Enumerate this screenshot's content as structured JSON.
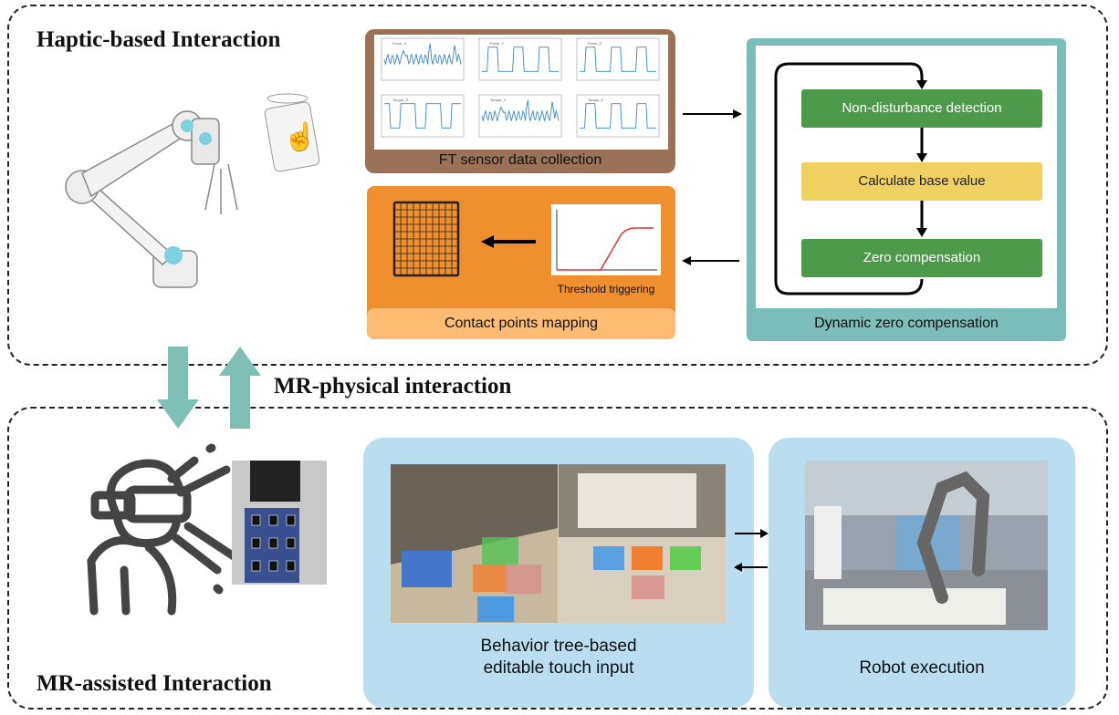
{
  "sections": {
    "haptic": "Haptic-based Interaction",
    "physical": "MR-physical interaction",
    "assisted": "MR-assisted Interaction"
  },
  "ft": {
    "label": "FT sensor data collection",
    "plots": [
      "Force_X",
      "Force_Y",
      "Force_Z",
      "Torque_X",
      "Torque_Y",
      "Torque_Z"
    ]
  },
  "dzc": {
    "label": "Dynamic zero compensation",
    "steps": [
      "Non-disturbance detection",
      "Calculate base value",
      "Zero compensation"
    ]
  },
  "contact": {
    "label": "Contact points mapping",
    "threshold": "Threshold triggering"
  },
  "touch": {
    "label_line1": "Behavior tree-based",
    "label_line2": "editable touch input"
  },
  "robot": {
    "label": "Robot execution"
  },
  "colors": {
    "ft_frame": "#9b7258",
    "dzc_frame": "#7bbdb8",
    "green": "#4c9a4a",
    "yellow": "#f1d062",
    "orange": "#ef8f2e",
    "orange_light": "#fdbb74",
    "blue_panel": "#b9def0",
    "teal_arrow": "#7fc0b6"
  }
}
